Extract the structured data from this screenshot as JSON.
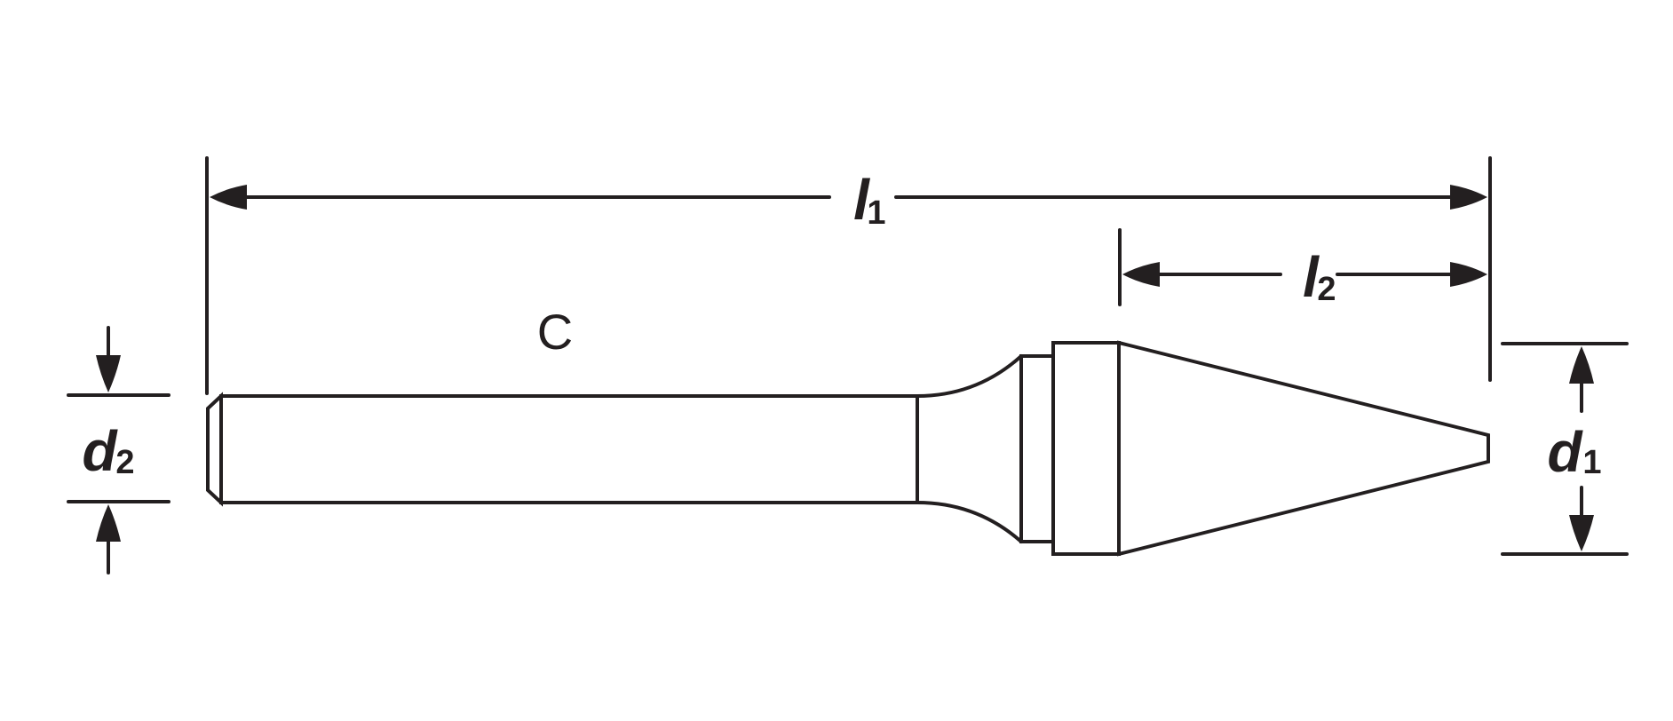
{
  "diagram": {
    "profile_letter": "C",
    "dimensions": {
      "overall_length": {
        "symbol": "l",
        "subscript": "1"
      },
      "head_length": {
        "symbol": "l",
        "subscript": "2"
      },
      "head_diameter": {
        "symbol": "d",
        "subscript": "1"
      },
      "shank_diameter": {
        "symbol": "d",
        "subscript": "2"
      }
    },
    "colors": {
      "line": "#231f20",
      "background": "#ffffff"
    }
  }
}
